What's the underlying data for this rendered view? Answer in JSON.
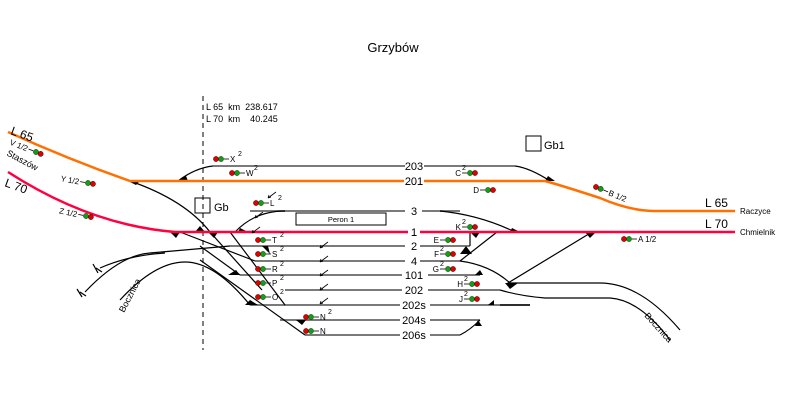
{
  "title": "Grzybów",
  "km": {
    "line1": "L 65  km  238.617",
    "line2": "L 70  km    40.245"
  },
  "boxes": {
    "gb": "Gb",
    "gb1": "Gb1"
  },
  "platform": "Peron 1",
  "lines": {
    "l65_left": "L 65",
    "l70_left": "L 70",
    "staszow": "Staszów",
    "l65_right": "L 65",
    "l70_right": "L 70",
    "raczyce": "Raczyce",
    "chmielnik": "Chmielnik",
    "bocznica_left": "Bocznica",
    "bocznica_right": "Bocznica"
  },
  "tracks": [
    "203",
    "201",
    "3",
    "1",
    "2",
    "4",
    "101",
    "202",
    "202s",
    "204s",
    "206s"
  ],
  "signals": {
    "V": "V 1/2",
    "Y": "Y 1/2",
    "Z": "Z 1/2",
    "B": "B 1/2",
    "A": "A 1/2",
    "X": "X",
    "W": "W",
    "L": "L",
    "T": "T",
    "S": "S",
    "R": "R",
    "P": "P",
    "O": "O",
    "N2": "N",
    "N": "N",
    "C": "C",
    "D": "D",
    "K": "K",
    "E": "E",
    "F": "F",
    "G": "G",
    "H": "H",
    "J": "J",
    "sup": "2"
  },
  "colors": {
    "l65": "#ff7000",
    "l70": "#ff0040",
    "track": "#7a7a7a"
  }
}
